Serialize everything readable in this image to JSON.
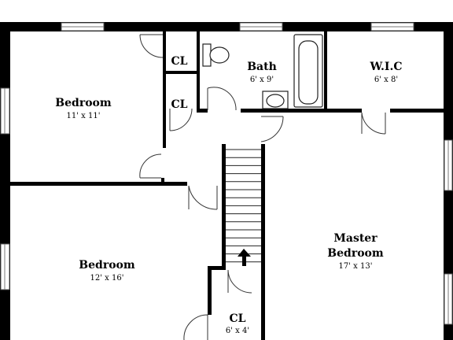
{
  "rooms": {
    "bedroom_top": {
      "name": "Bedroom",
      "dim": "11' x 11'"
    },
    "bedroom_bottom": {
      "name": "Bedroom",
      "dim": "12' x 16'"
    },
    "bath": {
      "name": "Bath",
      "dim": "6' x 9'"
    },
    "wic": {
      "name": "W.I.C",
      "dim": "6' x 8'"
    },
    "master": {
      "name_line1": "Master",
      "name_line2": "Bedroom",
      "dim": "17' x 13'"
    },
    "closet_1": {
      "name": "CL"
    },
    "closet_2": {
      "name": "CL"
    },
    "closet_3": {
      "name": "CL",
      "dim": "6' x 4'"
    }
  },
  "colors": {
    "wall": "#000000",
    "background": "#ffffff"
  },
  "icons": {
    "stair_direction": "up-arrow-icon"
  }
}
